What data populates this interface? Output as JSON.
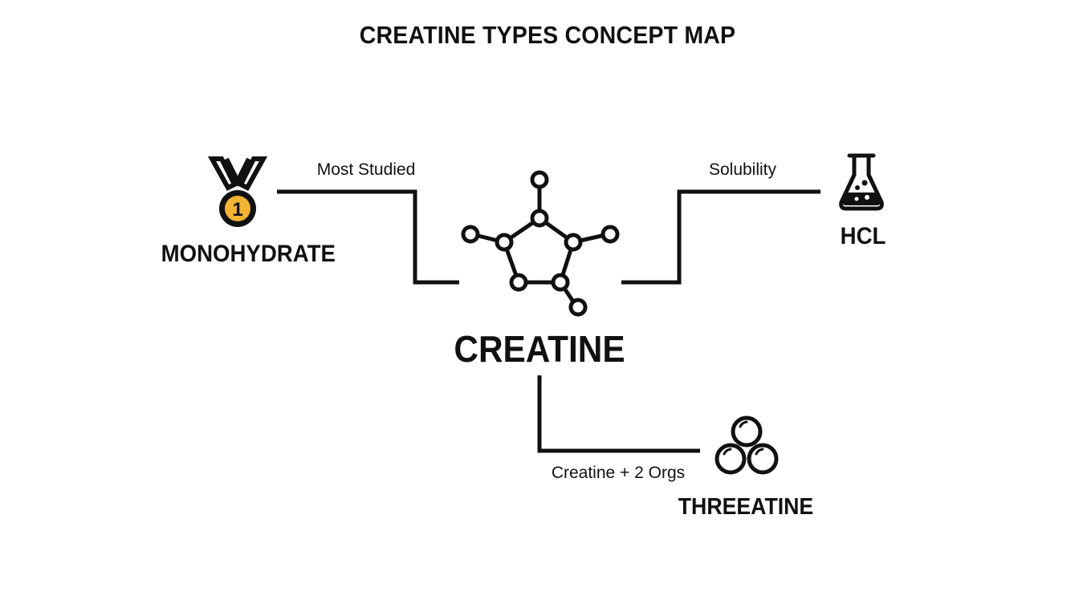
{
  "diagram": {
    "title": "CREATINE TYPES CONCEPT MAP",
    "center": {
      "label": "CREATINE",
      "icon": "molecule-icon"
    },
    "nodes": [
      {
        "id": "monohydrate",
        "label": "MONOHYDRATE",
        "icon": "medal-icon"
      },
      {
        "id": "hcl",
        "label": "HCL",
        "icon": "flask-icon"
      },
      {
        "id": "threeatine",
        "label": "THREEATINE",
        "icon": "spheres-icon"
      }
    ],
    "edges": [
      {
        "from": "creatine",
        "to": "monohydrate",
        "label": "Most Studied"
      },
      {
        "from": "creatine",
        "to": "hcl",
        "label": "Solubility"
      },
      {
        "from": "creatine",
        "to": "threeatine",
        "label": "Creatine + 2 Orgs"
      }
    ],
    "medal_number": "1",
    "colors": {
      "ink": "#111111",
      "medal_gold": "#F2B233",
      "background": "#FFFFFF"
    }
  }
}
